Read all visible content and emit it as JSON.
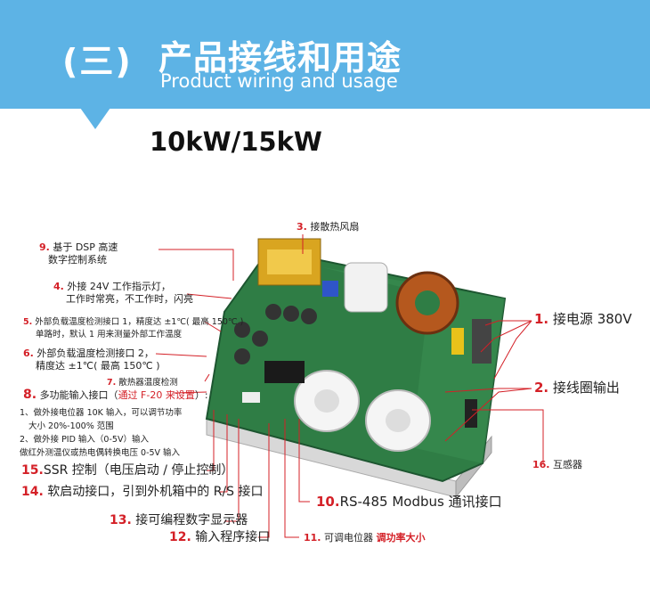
{
  "header": {
    "section_number": "(三)",
    "title": "产品接线和用途",
    "subtitle": "Product wiring and usage"
  },
  "model": "10kW/15kW",
  "callouts": {
    "c1": {
      "num": "1.",
      "text": "接电源",
      "extra": "380V"
    },
    "c2": {
      "num": "2.",
      "text": "接线圈输出"
    },
    "c3": {
      "num": "3.",
      "text": "接散热风扇"
    },
    "c4": {
      "num": "4.",
      "line1": "外接 24V 工作指示灯，",
      "line2": "工作时常亮，不工作时，闪亮"
    },
    "c5": {
      "num": "5.",
      "line1": "外部负载温度检测接口 1，精度达 ±1℃( 最高 150℃ )",
      "line2": "单路时，默认 1 用来测量外部工作温度"
    },
    "c6": {
      "num": "6.",
      "line1": "外部负载温度检测接口 2，",
      "line2": "精度达  ±1℃( 最高 150℃ )"
    },
    "c7": {
      "num": "7.",
      "text": "散热器温度检测"
    },
    "c8": {
      "num": "8.",
      "text": "多功能输入接口（",
      "highlight": "通过 F-20 来设置",
      "end": "）:",
      "lines": [
        "1、做外接电位器 10K 输入，可以调节功率",
        "大小 20%-100% 范围",
        "2、做外接 PID 输入（0-5V）输入",
        "做红外测温仪或热电偶转换电压 0-5V 输入"
      ]
    },
    "c9": {
      "num": "9.",
      "line1": "基于 DSP 高速",
      "line2": "数字控制系统"
    },
    "c10": {
      "num": "10.",
      "text": "RS-485 Modbus 通讯接口"
    },
    "c11": {
      "num": "11.",
      "text": "可调电位器",
      "highlight": "调功率大小"
    },
    "c12": {
      "num": "12.",
      "text": "输入程序接口"
    },
    "c13": {
      "num": "13.",
      "text": "接可编程数字显示器"
    },
    "c14": {
      "num": "14.",
      "text": "软启动接口，引到外机箱中的 R/S 接口"
    },
    "c15": {
      "num": "15.",
      "text": "SSR 控制（电压启动 / 停止控制）"
    },
    "c16": {
      "num": "16.",
      "text": "互感器"
    }
  },
  "colors": {
    "banner": "#5db3e5",
    "accent": "#d42027",
    "board": "#2f7d45"
  }
}
